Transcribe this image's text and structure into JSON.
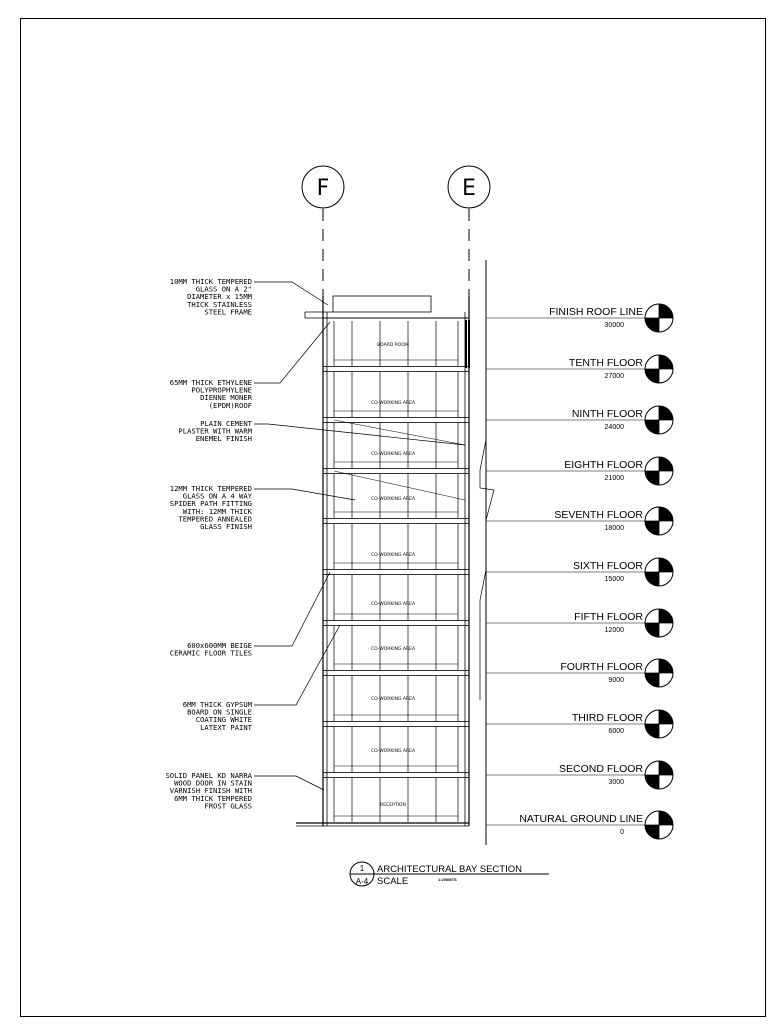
{
  "grid_lines": [
    {
      "id": "F",
      "label": "F"
    },
    {
      "id": "E",
      "label": "E"
    }
  ],
  "levels": [
    {
      "name": "FINISH ROOF LINE",
      "elevation": "30000"
    },
    {
      "name": "TENTH FLOOR",
      "elevation": "27000"
    },
    {
      "name": "NINTH FLOOR",
      "elevation": "24000"
    },
    {
      "name": "EIGHTH FLOOR",
      "elevation": "21000"
    },
    {
      "name": "SEVENTH FLOOR",
      "elevation": "18000"
    },
    {
      "name": "SIXTH FLOOR",
      "elevation": "15000"
    },
    {
      "name": "FIFTH FLOOR",
      "elevation": "12000"
    },
    {
      "name": "FOURTH FLOOR",
      "elevation": "9000"
    },
    {
      "name": "THIRD FLOOR",
      "elevation": "6000"
    },
    {
      "name": "SECOND FLOOR",
      "elevation": "3000"
    },
    {
      "name": "NATURAL GROUND LINE",
      "elevation": "0"
    }
  ],
  "rooms": [
    {
      "label": "BOARD ROOM"
    },
    {
      "label": "CO-WORKING AREA"
    },
    {
      "label": "CO-WORKING AREA"
    },
    {
      "label": "CO-WORKING AREA"
    },
    {
      "label": "CO-WORKING AREA"
    },
    {
      "label": "CO-WORKING AREA"
    },
    {
      "label": "CO-WORKING AREA"
    },
    {
      "label": "CO-WORKING AREA"
    },
    {
      "label": "CO-WORKING AREA"
    },
    {
      "label": "RECEPTION"
    }
  ],
  "notes": [
    {
      "lines": [
        "10MM THICK TEMPERED",
        "GLASS ON A 2\"",
        "DIAMETER x 15MM",
        "THICK STAINLESS",
        "STEEL FRAME"
      ]
    },
    {
      "lines": [
        "65MM THICK ETHYLENE",
        "POLYPROPHYLENE",
        "DIENNE MONER",
        "(EPDM)ROOF"
      ]
    },
    {
      "lines": [
        "PLAIN CEMENT",
        "PLASTER WITH WARM",
        "ENEMEL FINISH"
      ]
    },
    {
      "lines": [
        "12MM THICK TEMPERED",
        "GLASS ON A 4 WAY",
        "SPIDER PATH FITTING",
        "WITH: 12MM THICK",
        "TEMPERED ANNEALED",
        "GLASS FINISH"
      ]
    },
    {
      "lines": [
        "600x600MM BEIGE",
        "CERAMIC FLOOR TILES"
      ]
    },
    {
      "lines": [
        "6MM THICK GYPSUM",
        "BOARD ON SINGLE",
        "COATING WHITE",
        "LATEXT PAINT"
      ]
    },
    {
      "lines": [
        "SOLID PANEL KD NARRA",
        "WOOD DOOR IN STAIN",
        "VARNISH FINISH WITH",
        "6MM THICK TEMPERED",
        "FROST GLASS"
      ]
    }
  ],
  "title_block": {
    "drawing_number": "1",
    "sheet_number": "A-4",
    "title": "ARCHITECTURAL BAY SECTION",
    "scale_label": "SCALE",
    "scale_value": "1:200MTS"
  }
}
